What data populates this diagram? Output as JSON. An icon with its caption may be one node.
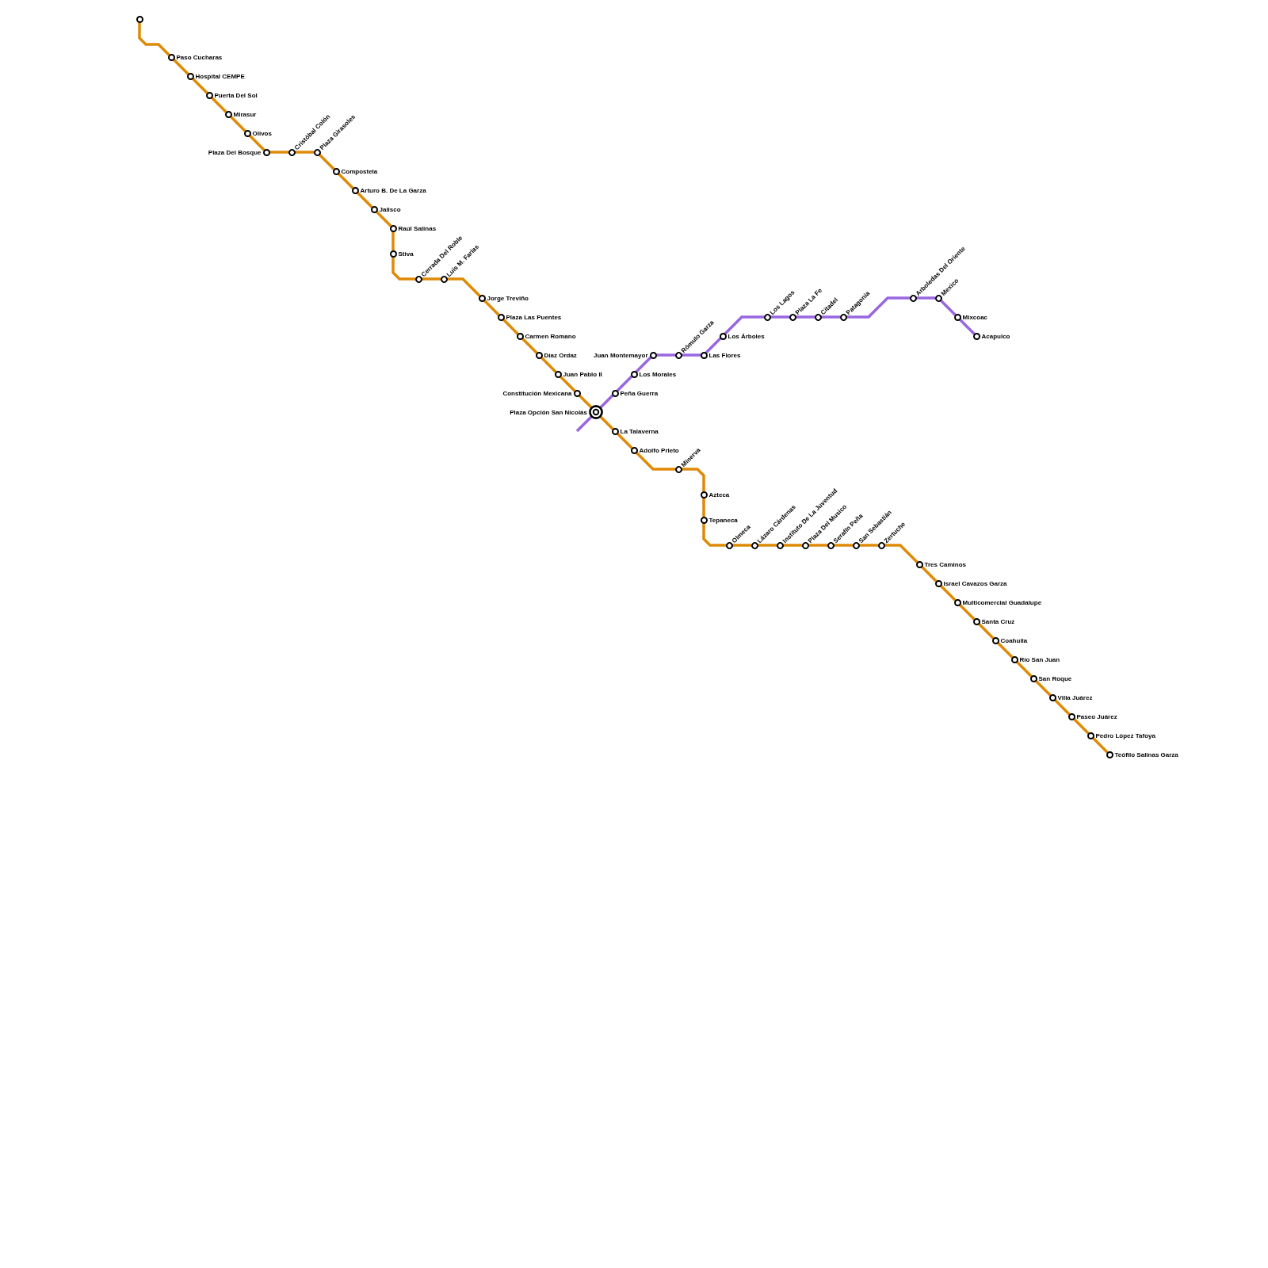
{
  "diagram": {
    "nodes": [
      {
        "text": [],
        "shape": "circle"
      },
      {
        "text": [
          "Paso Cucharas"
        ]
      },
      {
        "text": [
          "Hospital CEMPE"
        ]
      },
      {
        "text": [
          "Puerta Del Sol"
        ]
      },
      {
        "text": [
          "Mirasur"
        ]
      },
      {
        "text": [
          "Olivos"
        ]
      },
      {
        "text": [
          "Plaza Del Bosque"
        ]
      },
      {
        "text": [
          "Cristóbal Colón"
        ]
      },
      {
        "text": [
          "Plaza Girasoles"
        ]
      },
      {
        "text": [
          "Compostela"
        ]
      },
      {
        "text": [
          "Arturo B. De La Garza"
        ]
      },
      {
        "text": [
          "Jalisco"
        ]
      },
      {
        "text": [
          "Raúl Salinas"
        ]
      },
      {
        "text": [
          "Stiva"
        ]
      },
      {
        "text": [
          "Cerrada Del Roble"
        ]
      },
      {
        "text": [
          "Luis M. Farías"
        ]
      },
      {
        "text": [
          "Jorge Treviño"
        ]
      },
      {
        "text": [
          "Plaza Las Puentes"
        ]
      },
      {
        "text": [
          "Carmen Romano"
        ]
      },
      {
        "text": [
          "Díaz Ordaz"
        ]
      },
      {
        "text": [
          "Juan Pablo II"
        ]
      },
      {
        "text": [
          "Constitución Mexicana"
        ]
      },
      {
        "text": [
          "Plaza Opción San Nicolás"
        ]
      },
      {
        "text": [
          "La Talaverna"
        ]
      },
      {
        "text": [
          "Adolfo Prieto"
        ]
      },
      {
        "text": [
          "Minerva"
        ]
      },
      {
        "text": [
          "Azteca"
        ]
      },
      {
        "text": [
          "Tepaneca"
        ]
      },
      {
        "text": [
          "Olmeca"
        ]
      },
      {
        "text": [
          "Lázaro Cárdenas"
        ]
      },
      {
        "text": [
          "Instituto De La Juventud"
        ]
      },
      {
        "text": [
          "Plaza Del Musico"
        ]
      },
      {
        "text": [
          "Serafín Peña"
        ]
      },
      {
        "text": [
          "San Sebastián"
        ]
      },
      {
        "text": [
          "Zertuche"
        ]
      },
      {
        "text": [
          "Tres Caminos"
        ]
      },
      {
        "text": [
          "Israel Cavazos Garza"
        ]
      },
      {
        "text": [
          "Multicomercial Guadalupe"
        ]
      },
      {
        "text": [
          "Santa Cruz"
        ]
      },
      {
        "text": [
          "Coahuila"
        ]
      },
      {
        "text": [
          "Río San Juan"
        ]
      },
      {
        "text": [
          "San Roque"
        ]
      },
      {
        "text": [
          "Villa Juárez"
        ]
      },
      {
        "text": [
          "Paseo Juárez"
        ]
      },
      {
        "text": [
          "Pedro López Tafoya"
        ]
      },
      {
        "text": [
          "Teófilo Salinas Garza"
        ]
      },
      {
        "text": [
          "Peña Guerra"
        ]
      },
      {
        "text": [
          "Los Morales"
        ]
      },
      {
        "text": [
          "Juan Montemayor"
        ]
      },
      {
        "text": [
          "Rómulo Garza"
        ]
      },
      {
        "text": [
          "Las Flores"
        ]
      },
      {
        "text": [
          "Los Árboles"
        ]
      },
      {
        "text": [
          "Los Lagos"
        ]
      },
      {
        "text": [
          "Plaza La Fe"
        ]
      },
      {
        "text": [
          "Citadel"
        ]
      },
      {
        "text": [
          "Patagonia"
        ]
      },
      {
        "text": [
          "Arboledas Del Oriente"
        ]
      },
      {
        "text": [
          "Mexico"
        ]
      },
      {
        "text": [
          "Mixcoac"
        ]
      },
      {
        "text": [
          "Acapulco"
        ]
      }
    ],
    "edges": [
      {
        "from": 0,
        "to": 1,
        "arrow": "none"
      },
      {
        "from": 1,
        "to": 2,
        "arrow": "none"
      },
      {
        "from": 2,
        "to": 3,
        "arrow": "none"
      },
      {
        "from": 3,
        "to": 4,
        "arrow": "none"
      },
      {
        "from": 4,
        "to": 5,
        "arrow": "none"
      },
      {
        "from": 5,
        "to": 6,
        "arrow": "none"
      },
      {
        "from": 6,
        "to": 7,
        "arrow": "none"
      },
      {
        "from": 7,
        "to": 8,
        "arrow": "none"
      },
      {
        "from": 8,
        "to": 9,
        "arrow": "none"
      },
      {
        "from": 9,
        "to": 10,
        "arrow": "none"
      },
      {
        "from": 10,
        "to": 11,
        "arrow": "none"
      },
      {
        "from": 11,
        "to": 12,
        "arrow": "none"
      },
      {
        "from": 12,
        "to": 13,
        "arrow": "none"
      },
      {
        "from": 13,
        "to": 14,
        "arrow": "none"
      },
      {
        "from": 14,
        "to": 15,
        "arrow": "none"
      },
      {
        "from": 15,
        "to": 16,
        "arrow": "none"
      },
      {
        "from": 16,
        "to": 17,
        "arrow": "none"
      },
      {
        "from": 17,
        "to": 18,
        "arrow": "none"
      },
      {
        "from": 18,
        "to": 19,
        "arrow": "none"
      },
      {
        "from": 19,
        "to": 20,
        "arrow": "none"
      },
      {
        "from": 20,
        "to": 21,
        "arrow": "none"
      },
      {
        "from": 21,
        "to": 22,
        "arrow": "none"
      },
      {
        "from": 22,
        "to": 23,
        "arrow": "none"
      },
      {
        "from": 23,
        "to": 24,
        "arrow": "none"
      },
      {
        "from": 24,
        "to": 25,
        "arrow": "none"
      },
      {
        "from": 25,
        "to": 26,
        "arrow": "none"
      },
      {
        "from": 26,
        "to": 27,
        "arrow": "none"
      },
      {
        "from": 27,
        "to": 28,
        "arrow": "none"
      },
      {
        "from": 28,
        "to": 29,
        "arrow": "none"
      },
      {
        "from": 29,
        "to": 30,
        "arrow": "none"
      },
      {
        "from": 30,
        "to": 31,
        "arrow": "none"
      },
      {
        "from": 31,
        "to": 32,
        "arrow": "none"
      },
      {
        "from": 32,
        "to": 33,
        "arrow": "none"
      },
      {
        "from": 33,
        "to": 34,
        "arrow": "none"
      },
      {
        "from": 34,
        "to": 35,
        "arrow": "none"
      },
      {
        "from": 35,
        "to": 36,
        "arrow": "none"
      },
      {
        "from": 36,
        "to": 37,
        "arrow": "none"
      },
      {
        "from": 37,
        "to": 38,
        "arrow": "none"
      },
      {
        "from": 38,
        "to": 39,
        "arrow": "none"
      },
      {
        "from": 39,
        "to": 40,
        "arrow": "none"
      },
      {
        "from": 40,
        "to": 41,
        "arrow": "none"
      },
      {
        "from": 41,
        "to": 42,
        "arrow": "none"
      },
      {
        "from": 42,
        "to": 43,
        "arrow": "none"
      },
      {
        "from": 43,
        "to": 44,
        "arrow": "none"
      },
      {
        "from": 44,
        "to": 45,
        "arrow": "none"
      },
      {
        "from": null,
        "to": 22,
        "arrow": "none",
        "color": "#9966e0"
      },
      {
        "from": 22,
        "to": 46,
        "arrow": "none",
        "color": "#9966e0"
      },
      {
        "from": 46,
        "to": 47,
        "arrow": "none",
        "color": "#9966e0"
      },
      {
        "from": 47,
        "to": 48,
        "arrow": "none",
        "color": "#9966e0"
      },
      {
        "from": 48,
        "to": 49,
        "arrow": "none",
        "color": "#9966e0"
      },
      {
        "from": 49,
        "to": 50,
        "arrow": "none",
        "color": "#9966e0"
      },
      {
        "from": 50,
        "to": 51,
        "arrow": "none",
        "color": "#9966e0"
      },
      {
        "from": 51,
        "to": 52,
        "arrow": "none",
        "color": "#9966e0"
      },
      {
        "from": 52,
        "to": 53,
        "arrow": "none",
        "color": "#9966e0"
      },
      {
        "from": 53,
        "to": 54,
        "arrow": "none",
        "color": "#9966e0"
      },
      {
        "from": 54,
        "to": 55,
        "arrow": "none",
        "color": "#9966e0"
      },
      {
        "from": 55,
        "to": 56,
        "arrow": "none",
        "color": "#9966e0"
      },
      {
        "from": 56,
        "to": 57,
        "arrow": "none",
        "color": "#9966e0"
      },
      {
        "from": 57,
        "to": 58,
        "arrow": "none",
        "color": "#9966e0"
      },
      {
        "from": 58,
        "to": 59,
        "arrow": "none",
        "color": "#9966e0"
      }
    ]
  }
}
